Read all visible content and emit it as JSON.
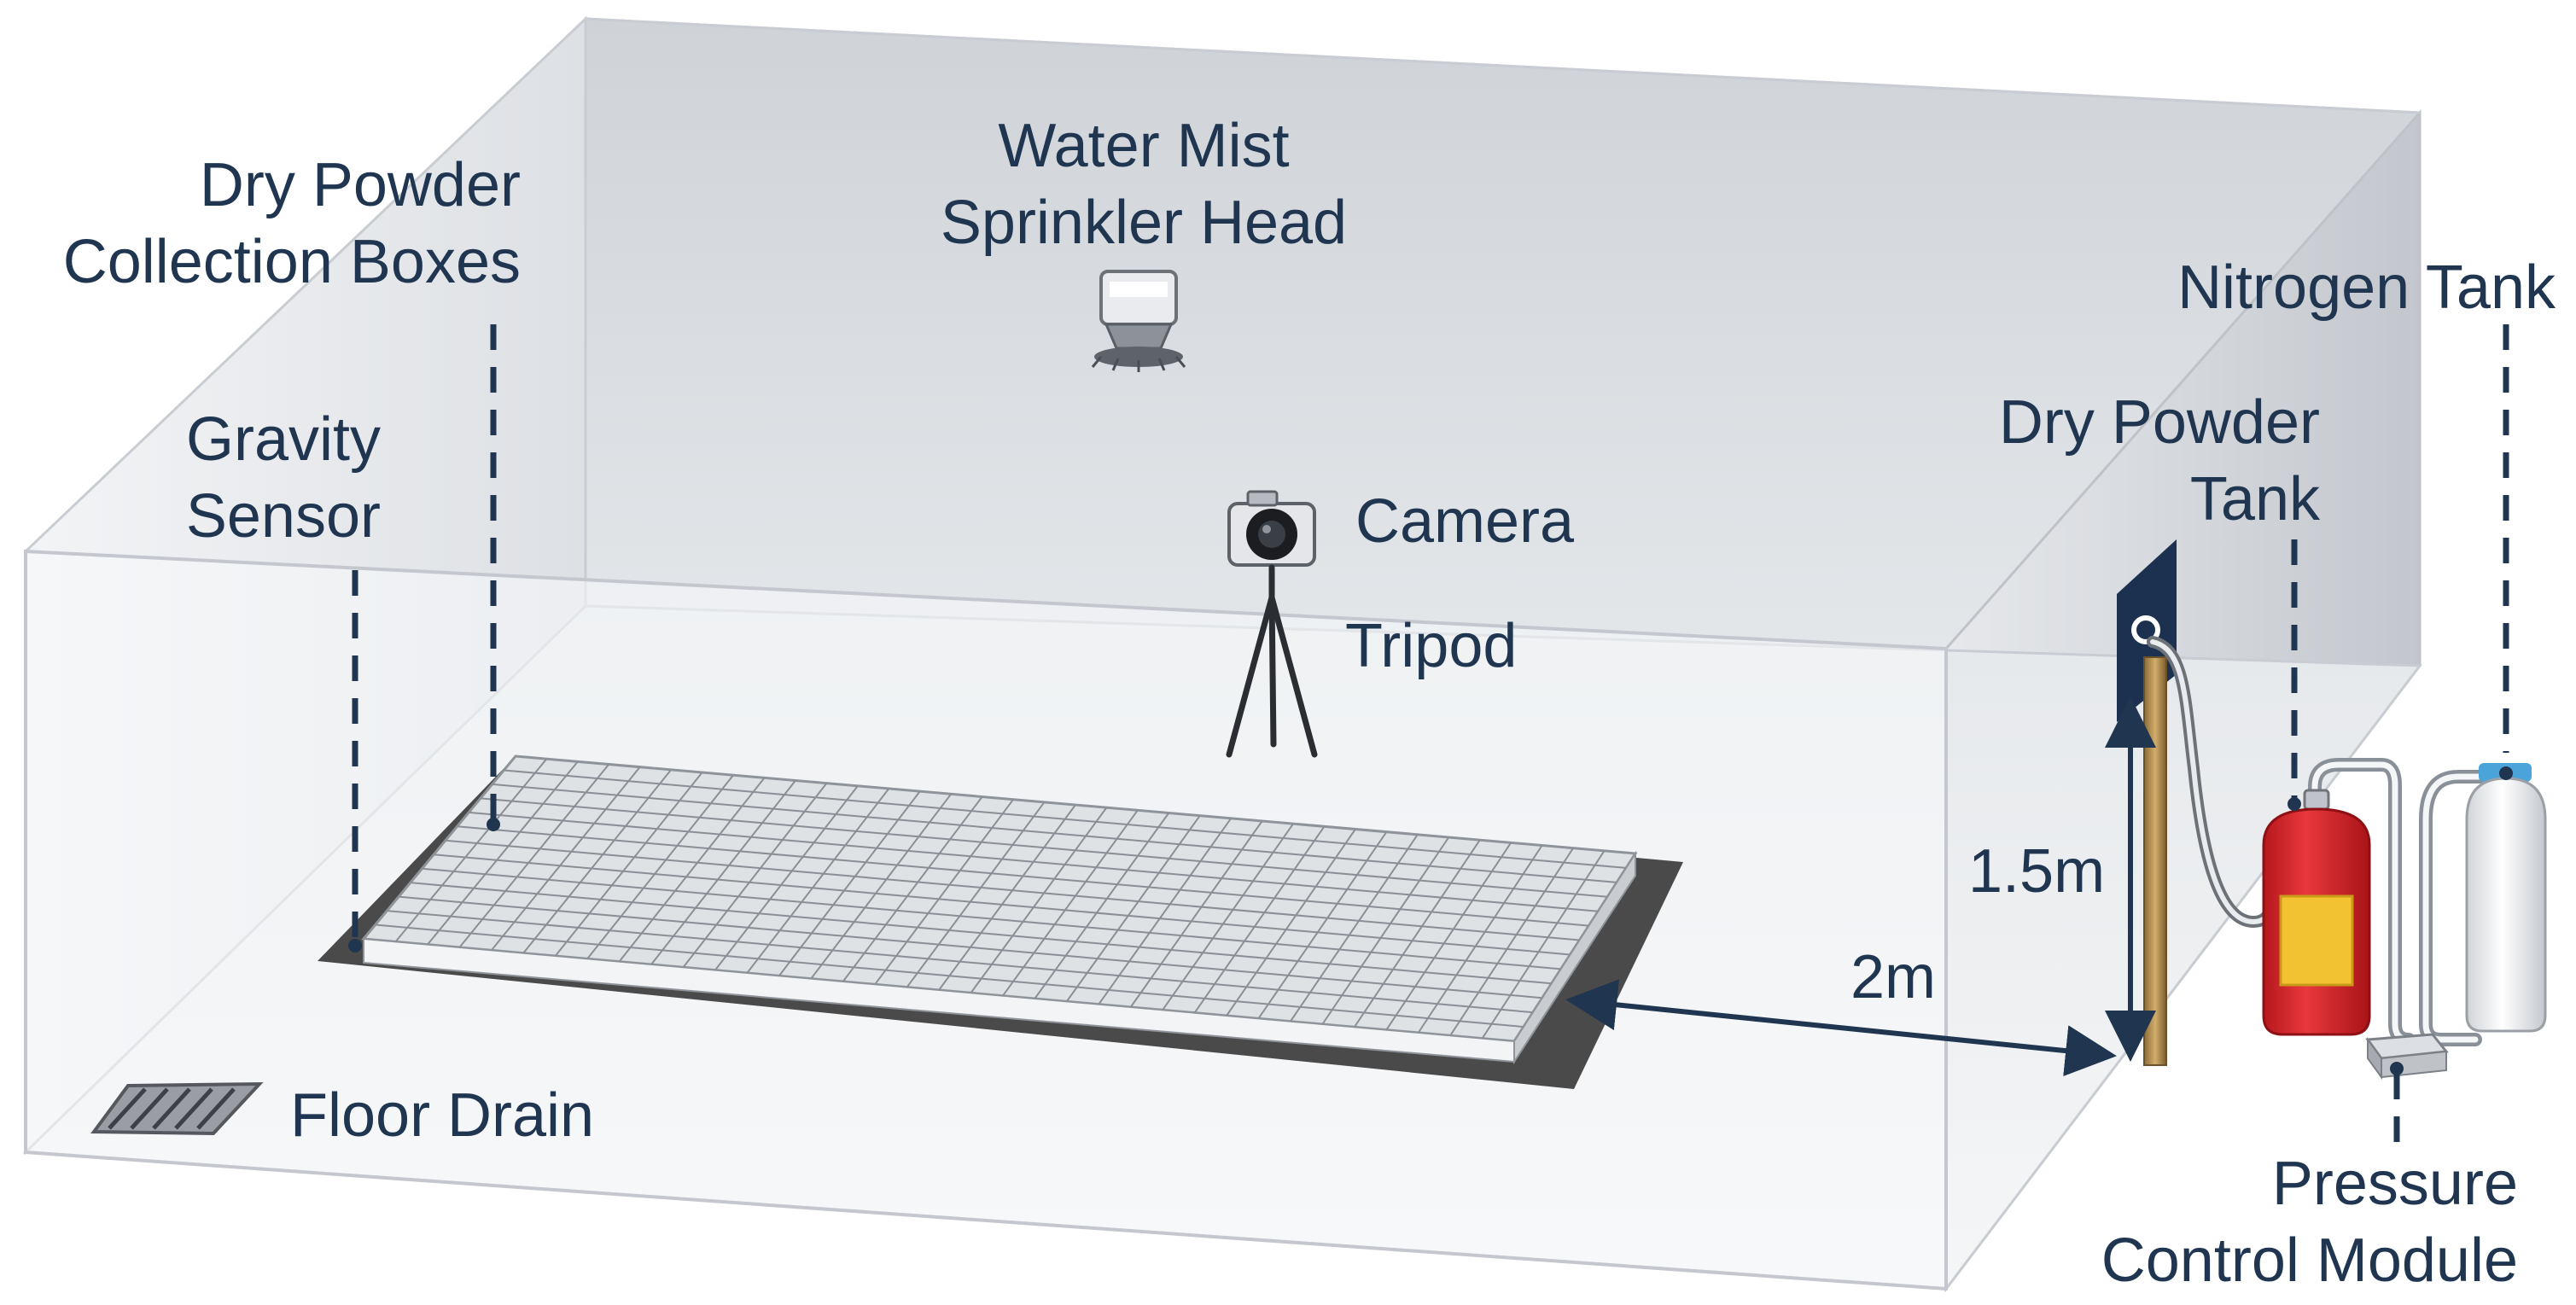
{
  "labels": {
    "water_mist": [
      "Water Mist",
      "Sprinkler Head"
    ],
    "dry_powder_boxes": [
      "Dry Powder",
      "Collection Boxes"
    ],
    "gravity_sensor": [
      "Gravity",
      "Sensor"
    ],
    "camera": "Camera",
    "tripod": "Tripod",
    "nitrogen_tank": "Nitrogen Tank",
    "dry_powder_tank": [
      "Dry Powder",
      "Tank"
    ],
    "height_dimension": "1.5m",
    "distance_dimension": "2m",
    "floor_drain": "Floor Drain",
    "pressure_control": [
      "Pressure",
      "Control Module"
    ]
  },
  "grid": {
    "columns": 36,
    "rows": 13
  },
  "colors": {
    "text": "#1f3550",
    "leader": "#1f3550",
    "back_wall": "#d6d9de",
    "floor": "#eef0f2",
    "room_edge": "#c9cdd3",
    "base_plate": "#4a4a4a",
    "tank_red": "#d9252a",
    "tank_band": "#f2c232",
    "nitrogen": "#eceef0",
    "pole": "#b08a4a",
    "panel": "#1c3150"
  }
}
